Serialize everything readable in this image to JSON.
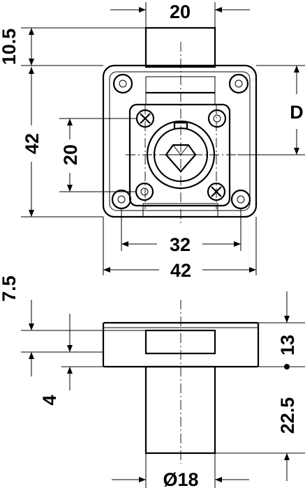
{
  "drawing": {
    "subject": "cam-lock-technical-drawing",
    "dimensions": {
      "top_width": "20",
      "top_offset": "10.5",
      "overall_height": "42",
      "inner_height": "20",
      "depth_label": "D",
      "hole_spacing": "32",
      "overall_width": "42",
      "body_offset": "7.5",
      "body_height": "13",
      "flange_gap": "4",
      "cylinder_length": "22.5",
      "cylinder_diameter": "Ø18"
    }
  }
}
